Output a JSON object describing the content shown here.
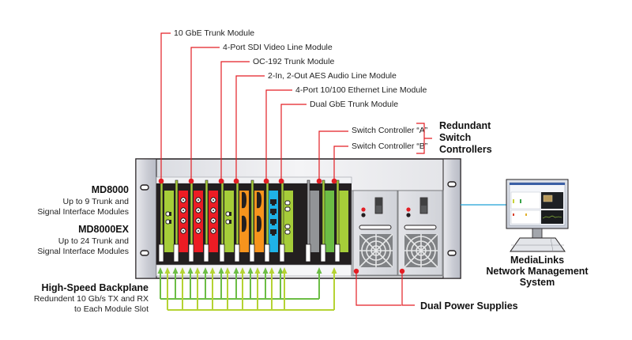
{
  "module_callouts": [
    {
      "label": "10 GbE Trunk Module"
    },
    {
      "label": "4-Port SDI Video Line Module"
    },
    {
      "label": "OC-192 Trunk Module"
    },
    {
      "label": "2-In, 2-Out AES  Audio Line Module"
    },
    {
      "label": "4-Port 10/100 Ethernet Line Module"
    },
    {
      "label": "Dual GbE Trunk Module"
    }
  ],
  "controller_callouts": [
    {
      "label": "Switch Controller “A”"
    },
    {
      "label": "Switch Controller “B”"
    }
  ],
  "redundant_controllers": {
    "title_lines": [
      "Redundant",
      "Switch",
      "Controllers"
    ]
  },
  "chassis_models": [
    {
      "name": "MD8000",
      "desc_lines": [
        "Up to 9 Trunk and",
        "Signal Interface Modules"
      ]
    },
    {
      "name": "MD8000EX",
      "desc_lines": [
        "Up to 24 Trunk and",
        "Signal Interface Modules"
      ]
    }
  ],
  "backplane": {
    "title": "High-Speed Backplane",
    "desc_lines": [
      "Redundent 10 Gb/s TX and RX",
      "to Each Module Slot"
    ]
  },
  "power": {
    "label": "Dual Power Supplies"
  },
  "nms": {
    "title_lines": [
      "MediaLinks",
      "Network Management",
      "System"
    ]
  },
  "colors": {
    "callout_red": "#e31e24",
    "module_green": "#a6cd39",
    "module_green_dark": "#6cbd45",
    "module_red": "#ed1c24",
    "module_orange": "#f7941d",
    "module_blue": "#1fb3e8",
    "module_gray": "#929497",
    "link_blue": "#1fa0d8",
    "chassis_dark": "#231f20"
  }
}
